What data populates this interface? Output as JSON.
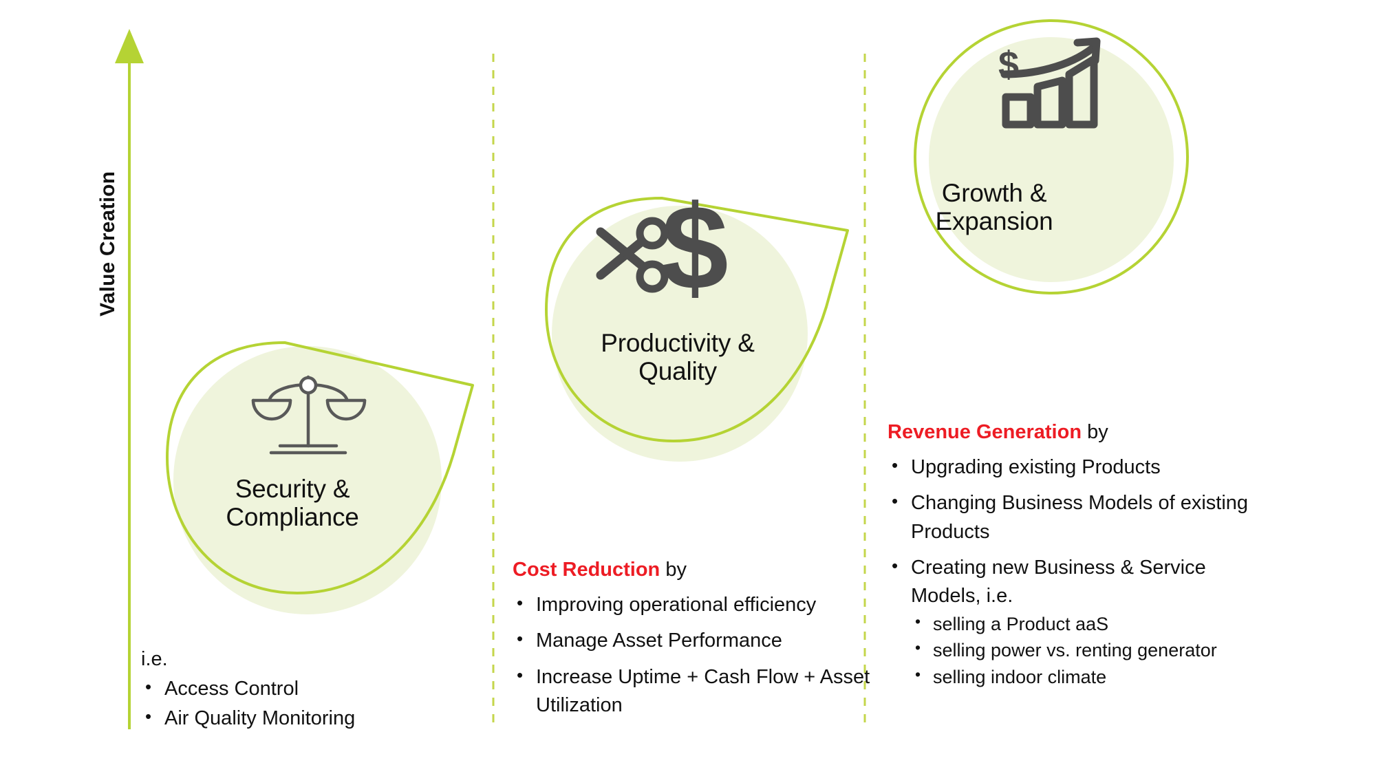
{
  "axis": {
    "label": "Value Creation",
    "direction_icon": "up-arrow-icon",
    "color": "#B5D334"
  },
  "theme": {
    "accent_green": "#B5D334",
    "bubble_fill": "#EFF4DC",
    "emphasis_red": "#ED1C24",
    "icon_gray": "#4D4D4D",
    "text_black": "#111111",
    "background": "#FFFFFF"
  },
  "dividers": {
    "style": "dashed-vertical",
    "color": "#C4D64B",
    "count": 2
  },
  "stages": [
    {
      "id": "security-compliance",
      "title_line1": "Security &",
      "title_line2": "Compliance",
      "icon": "balance-scales-icon",
      "shape": "speech-bubble-tail-upper-right"
    },
    {
      "id": "productivity-quality",
      "title_line1": "Productivity &",
      "title_line2": "Quality",
      "icon": "scissors-cutting-dollar-icon",
      "shape": "speech-bubble-tail-upper-right"
    },
    {
      "id": "growth-expansion",
      "title_line1": "Growth &",
      "title_line2": "Expansion",
      "icon": "growth-bar-chart-dollar-arrow-icon",
      "shape": "circle"
    }
  ],
  "columns": [
    {
      "id": "column-security",
      "lead_plain": "i.e.",
      "bullets": [
        "Access Control",
        "Air Quality Monitoring"
      ]
    },
    {
      "id": "column-cost",
      "lead_emph": "Cost Reduction",
      "lead_rest": " by",
      "bullets": [
        "Improving operational efficiency",
        "Manage Asset Performance",
        " Increase Uptime + Cash Flow + Asset Utilization"
      ]
    },
    {
      "id": "column-revenue",
      "lead_emph": "Revenue Generation",
      "lead_rest": " by",
      "bullets": [
        "Upgrading existing Products",
        "Changing Business Models of existing Products",
        "Creating new Business & Service Models, i.e."
      ],
      "sub_bullets": [
        "selling a Product aaS",
        "selling power vs. renting generator",
        "selling indoor climate"
      ]
    }
  ]
}
